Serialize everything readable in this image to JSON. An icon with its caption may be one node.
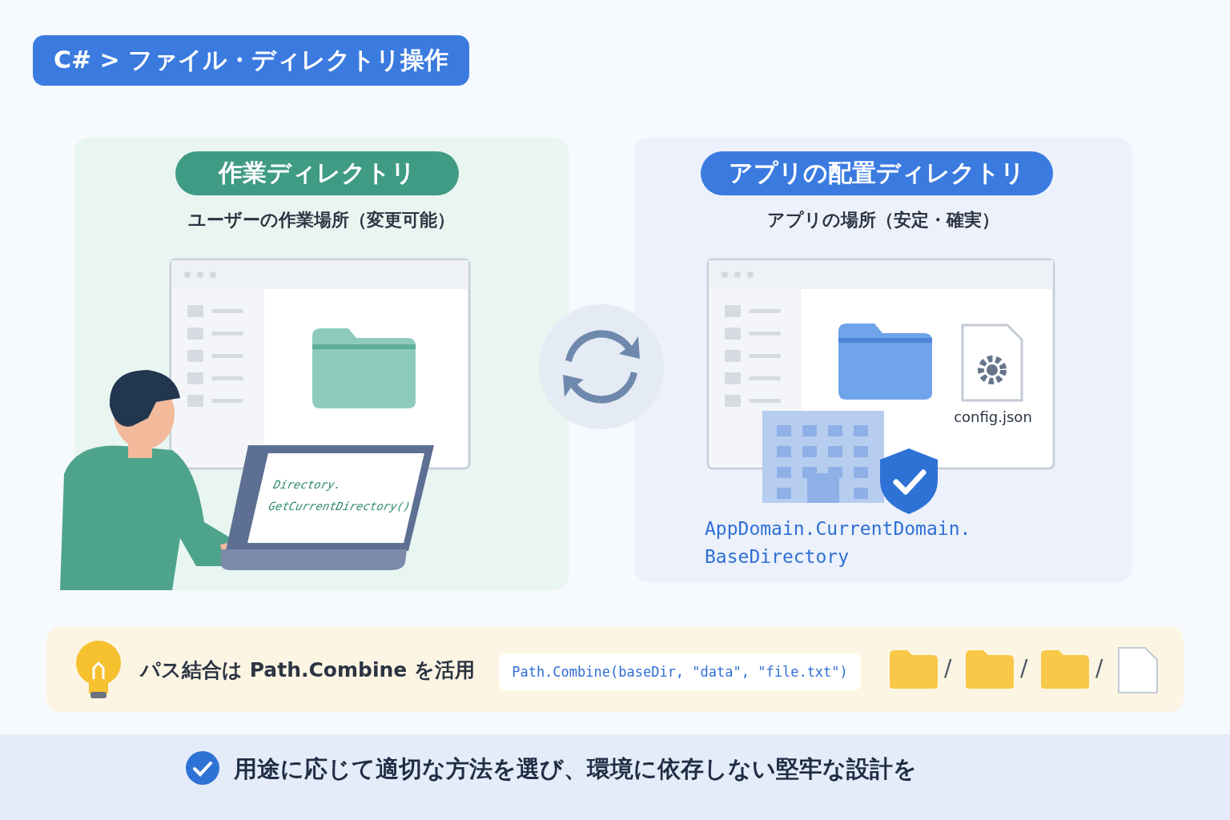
{
  "diagram": {
    "title": "C# > ファイル・ディレクトリ操作",
    "nodes": [
      {
        "text": [
          "作業ディレクトリ",
          "ユーザーの作業場所（変更可能）"
        ]
      },
      {
        "text": [
          "Directory. GetCurrentDirectory()"
        ],
        "in": 0
      },
      {
        "text": [
          "アプリの配置ディレクトリ",
          "アプリの場所（安定・確実）"
        ]
      },
      {
        "text": [
          "config.json"
        ],
        "in": 2
      },
      {
        "text": [
          "AppDomain.CurrentDomain. BaseDirectory"
        ],
        "in": 2
      },
      {
        "text": [
          "パス結合は Path.Combine を活用"
        ]
      },
      {
        "text": [
          "Path.Combine(baseDir, \"data\", \"file.txt\")"
        ],
        "in": 5
      },
      {
        "text": [
          "用途に応じて適切な方法を選び、環境に依存しない堅牢な設計を"
        ]
      }
    ],
    "edges": [],
    "labels": [
      "/",
      "/",
      "/"
    ]
  }
}
